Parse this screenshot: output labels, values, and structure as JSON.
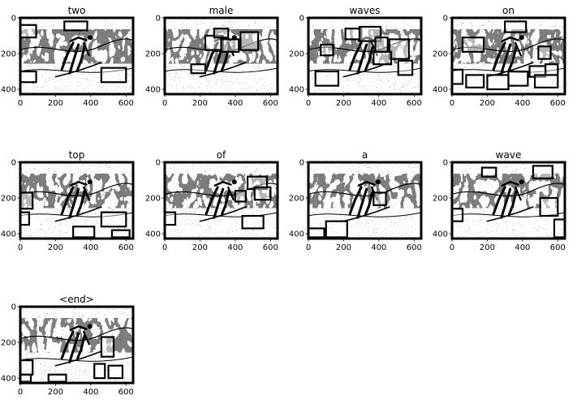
{
  "chart_data": {
    "type": "image-grid",
    "grid": {
      "rows": 3,
      "cols": 4
    },
    "panels": [
      {
        "title": "two",
        "attention_boxes": [
          [
            0,
            40,
            90,
            110
          ],
          [
            0,
            300,
            90,
            360
          ],
          [
            460,
            280,
            600,
            360
          ],
          [
            250,
            20,
            380,
            70
          ]
        ]
      },
      {
        "title": "male",
        "attention_boxes": [
          [
            230,
            100,
            330,
            180
          ],
          [
            320,
            120,
            420,
            190
          ],
          [
            280,
            60,
            360,
            110
          ],
          [
            430,
            80,
            530,
            180
          ],
          [
            150,
            260,
            230,
            310
          ]
        ]
      },
      {
        "title": "waves",
        "attention_boxes": [
          [
            210,
            60,
            300,
            120
          ],
          [
            290,
            50,
            410,
            130
          ],
          [
            380,
            110,
            450,
            190
          ],
          [
            460,
            120,
            570,
            230
          ],
          [
            370,
            190,
            470,
            260
          ],
          [
            40,
            300,
            170,
            380
          ],
          [
            510,
            240,
            590,
            320
          ],
          [
            70,
            150,
            140,
            210
          ]
        ]
      },
      {
        "title": "on",
        "attention_boxes": [
          [
            60,
            110,
            180,
            190
          ],
          [
            300,
            20,
            420,
            80
          ],
          [
            0,
            290,
            60,
            370
          ],
          [
            80,
            320,
            180,
            390
          ],
          [
            200,
            320,
            320,
            400
          ],
          [
            320,
            300,
            430,
            380
          ],
          [
            440,
            270,
            530,
            330
          ],
          [
            470,
            320,
            600,
            390
          ],
          [
            530,
            260,
            600,
            320
          ],
          [
            490,
            160,
            560,
            230
          ]
        ]
      },
      {
        "title": "top",
        "attention_boxes": [
          [
            0,
            170,
            70,
            260
          ],
          [
            0,
            280,
            50,
            350
          ],
          [
            460,
            280,
            600,
            360
          ],
          [
            300,
            360,
            420,
            420
          ],
          [
            520,
            380,
            620,
            420
          ]
        ]
      },
      {
        "title": "of",
        "attention_boxes": [
          [
            470,
            80,
            580,
            150
          ],
          [
            510,
            140,
            600,
            210
          ],
          [
            440,
            300,
            560,
            370
          ],
          [
            0,
            280,
            60,
            350
          ],
          [
            400,
            160,
            460,
            220
          ]
        ]
      },
      {
        "title": "a",
        "attention_boxes": [
          [
            0,
            370,
            90,
            420
          ],
          [
            100,
            330,
            220,
            420
          ],
          [
            370,
            170,
            440,
            240
          ]
        ]
      },
      {
        "title": "wave",
        "attention_boxes": [
          [
            460,
            20,
            570,
            90
          ],
          [
            170,
            30,
            250,
            80
          ],
          [
            500,
            200,
            600,
            300
          ],
          [
            0,
            260,
            60,
            330
          ],
          [
            580,
            320,
            640,
            420
          ]
        ]
      },
      {
        "title": "<end>",
        "attention_boxes": [
          [
            0,
            300,
            70,
            380
          ],
          [
            0,
            380,
            60,
            420
          ],
          [
            420,
            320,
            480,
            400
          ],
          [
            500,
            330,
            580,
            400
          ],
          [
            460,
            170,
            530,
            280
          ],
          [
            160,
            380,
            260,
            420
          ]
        ]
      }
    ],
    "x": {
      "ticks": [
        0,
        200,
        400,
        600
      ],
      "xlim": [
        0,
        640
      ]
    },
    "y": {
      "ticks": [
        0,
        200,
        400
      ],
      "ylim": [
        0,
        427
      ],
      "inverted": true
    },
    "image": {
      "content": "binarized photo of a surfer riding a wave",
      "colors": {
        "ink": "#000000",
        "paper": "#ffffff"
      }
    },
    "grid_lines": false,
    "legend": "none"
  }
}
